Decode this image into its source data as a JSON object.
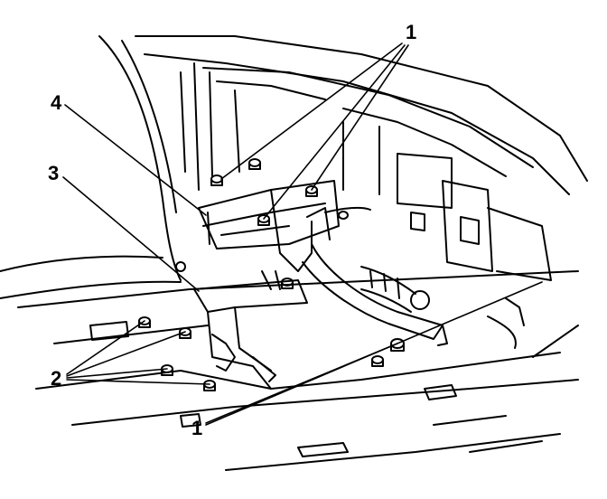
{
  "callouts": {
    "one_top": "1",
    "four": "4",
    "three": "3",
    "two": "2",
    "one_bottom": "1"
  },
  "colors": {
    "ink": "#000000",
    "paper": "#ffffff"
  }
}
